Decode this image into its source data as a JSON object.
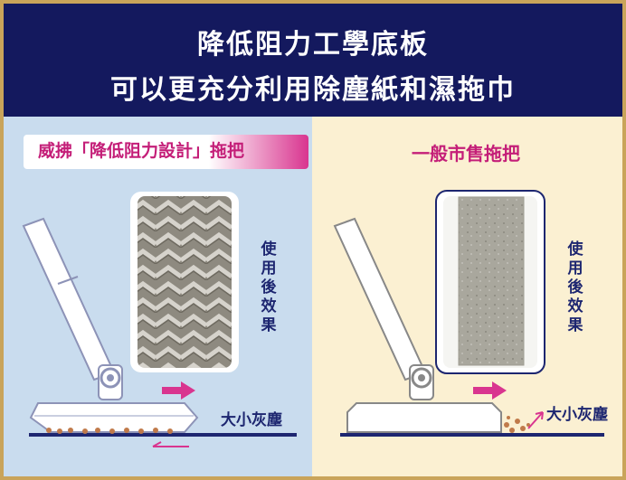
{
  "header": {
    "line1": "降低阻力工學底板",
    "line2": "可以更充分利用除塵紙和濕拖巾"
  },
  "left_panel": {
    "title": "威拂「降低阻力設計」拖把",
    "after_use_label": "使用後效果",
    "dust_label": "大小灰塵"
  },
  "right_panel": {
    "title": "一般市售拖把",
    "after_use_label": "使用後效果",
    "dust_label": "大小灰塵"
  },
  "colors": {
    "header_bg": "#14195e",
    "left_bg": "#c9dcee",
    "right_bg": "#fbf0d2",
    "accent_magenta": "#d9358f",
    "navy_text": "#1d2670",
    "frame_gold": "#c9a45a"
  },
  "icons": [
    "mop-illustration",
    "arrow-right-icon",
    "arrow-left-icon",
    "arrow-diagonal-icon",
    "dust-pad-photo"
  ]
}
